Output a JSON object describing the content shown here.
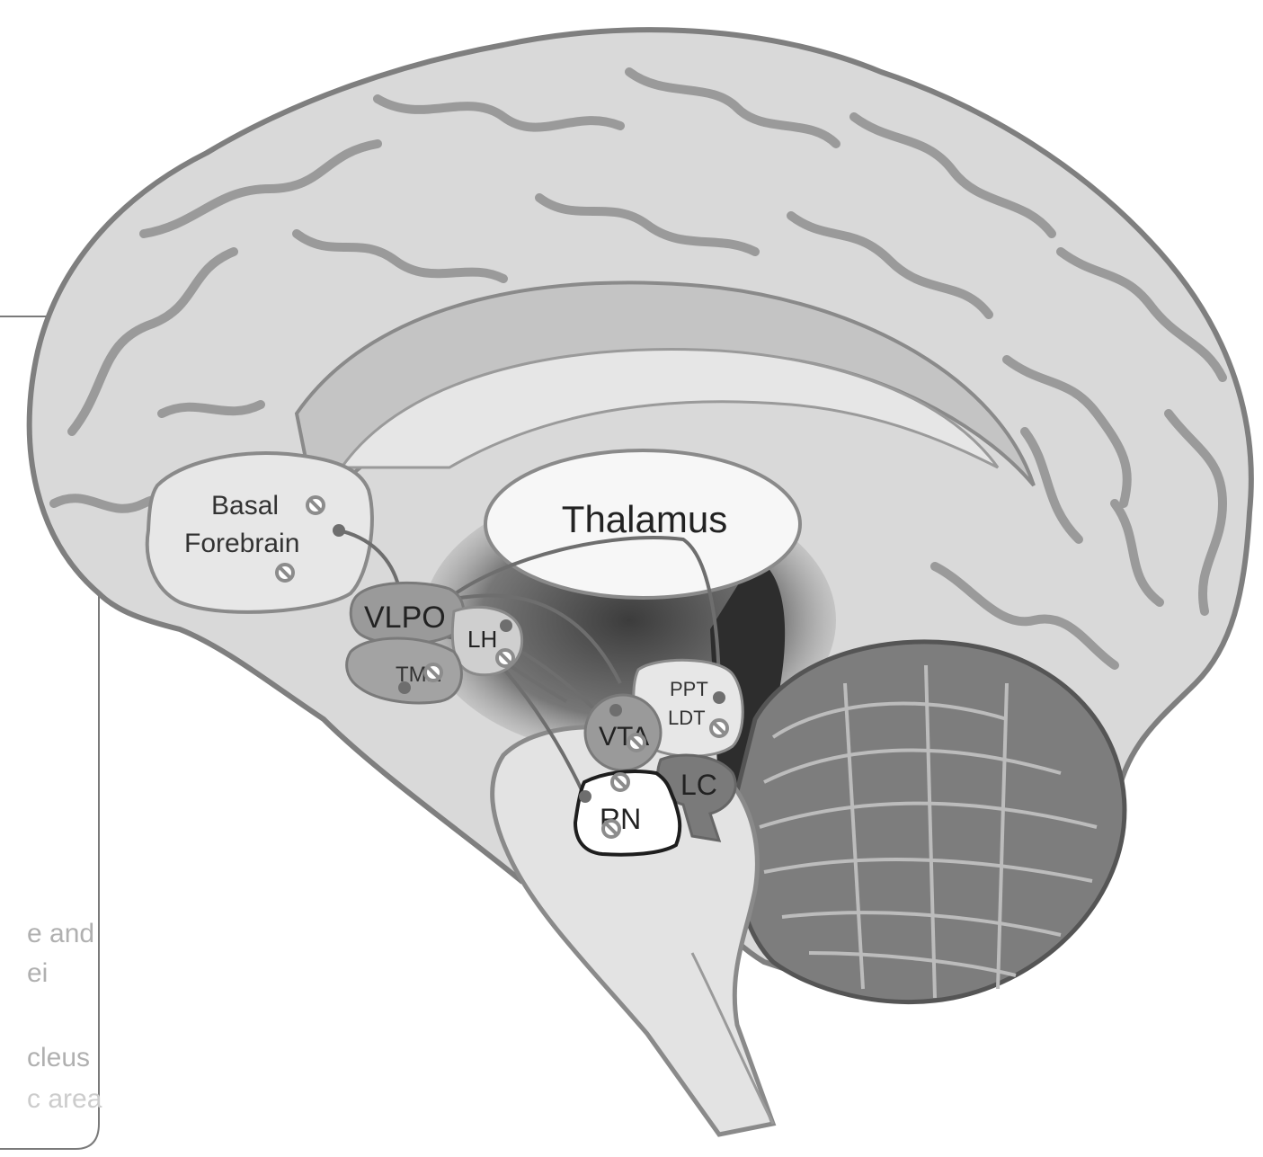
{
  "labels": {
    "basal": "Basal",
    "forebrain": "Forebrain",
    "thalamus": "Thalamus",
    "vlpo": "VLPO",
    "lh": "LH",
    "tmn": "TMN",
    "ppt": "PPT",
    "ldt": "LDT",
    "vta": "VTA",
    "lc": "LC",
    "rn": "RN"
  },
  "legend_fragments": {
    "line1": "e and",
    "line2": "ei",
    "line3": "cleus",
    "line4": "c area"
  },
  "colors": {
    "cortex_fill": "#d9d9d9",
    "cortex_stroke": "#8a8a8a",
    "nucleus_fill": "#9a9a9a",
    "thalamus_fill": "#f7f7f7",
    "cerebellum_fill": "#7d7d7d",
    "pathway": "#6e6e6e",
    "inhibit_symbol": "#8c8c8c",
    "legend_text": "#b0b0b0"
  },
  "icons": {
    "inhibition": "inhibit-icon",
    "terminal": "terminal-dot-icon"
  }
}
